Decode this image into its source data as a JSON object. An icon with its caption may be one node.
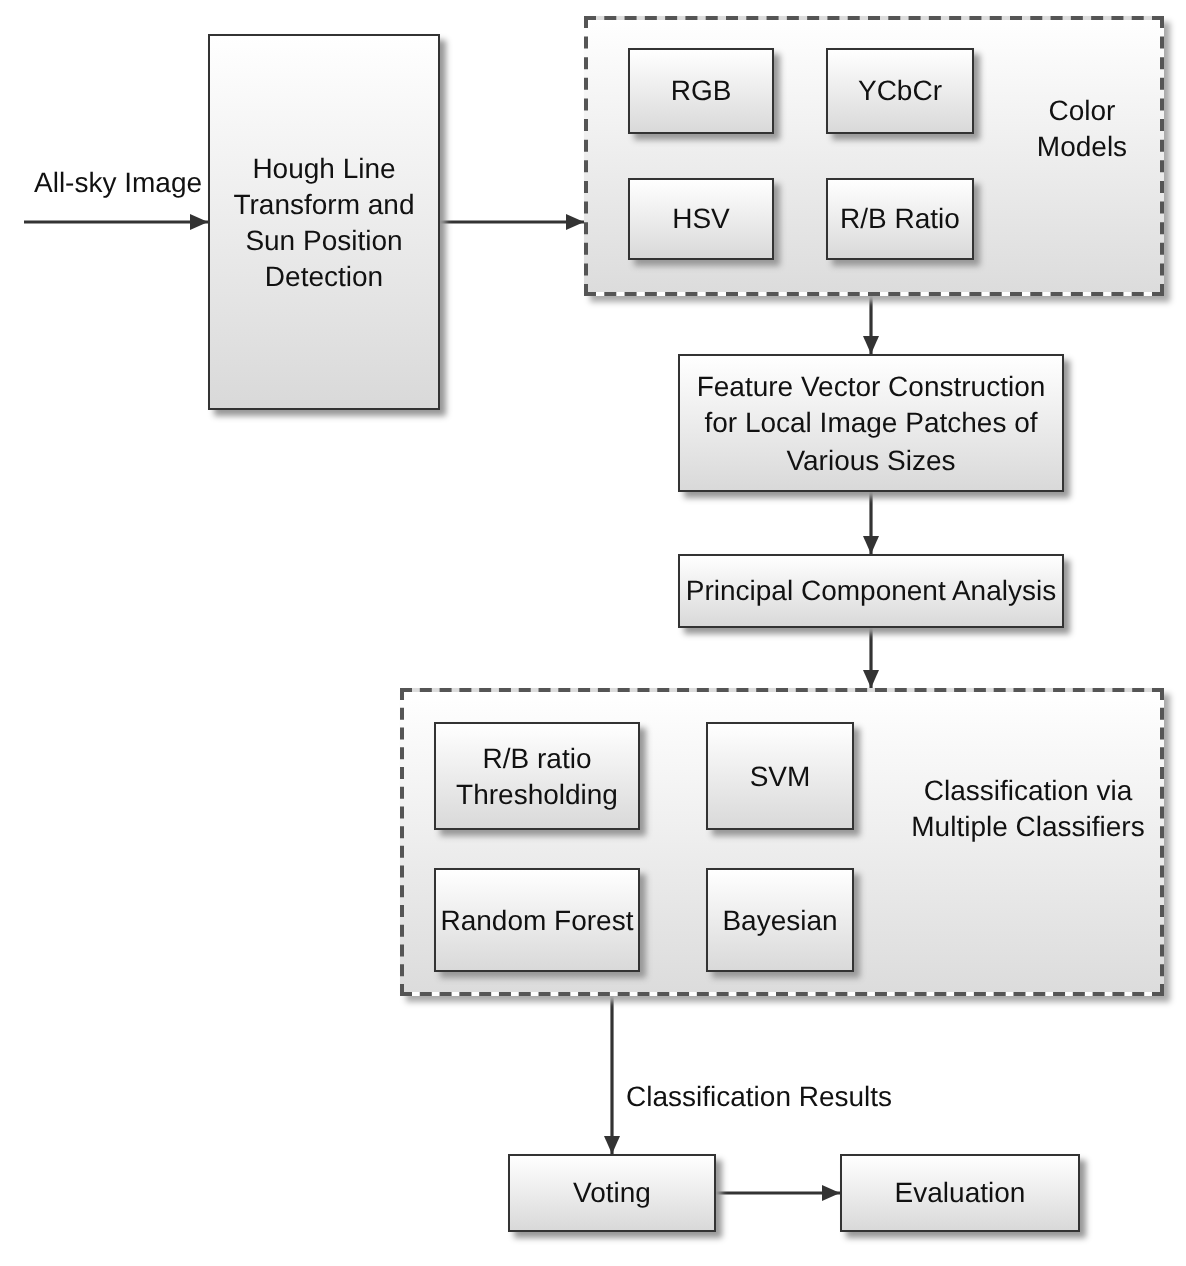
{
  "diagram": {
    "nodes": [
      {
        "text": [
          "Hough Line Transform and Sun Position Detection"
        ]
      },
      {
        "text": [
          "Color Models"
        ]
      },
      {
        "text": [
          "RGB"
        ],
        "in": 1
      },
      {
        "text": [
          "YCbCr"
        ],
        "in": 1
      },
      {
        "text": [
          "HSV"
        ],
        "in": 1
      },
      {
        "text": [
          "R/B Ratio"
        ],
        "in": 1
      },
      {
        "text": [
          "Feature Vector Construction for Local Image Patches of Various Sizes"
        ]
      },
      {
        "text": [
          "Principal Component Analysis"
        ]
      },
      {
        "text": [
          "Classification via Multiple Classifiers"
        ]
      },
      {
        "text": [
          "R/B ratio Thresholding"
        ],
        "in": 8
      },
      {
        "text": [
          "SVM"
        ],
        "in": 8
      },
      {
        "text": [
          "Random Forest"
        ],
        "in": 8
      },
      {
        "text": [
          "Bayesian"
        ],
        "in": 8
      },
      {
        "text": [
          "Voting"
        ]
      },
      {
        "text": [
          "Evaluation"
        ]
      }
    ],
    "edges": [
      {
        "from": null,
        "to": 0,
        "arrow": "to",
        "label": "All-sky Image"
      },
      {
        "from": 0,
        "to": 1,
        "arrow": "to"
      },
      {
        "from": 1,
        "to": 6,
        "arrow": "to"
      },
      {
        "from": 6,
        "to": 7,
        "arrow": "to"
      },
      {
        "from": 7,
        "to": 8,
        "arrow": "to"
      },
      {
        "from": 8,
        "to": 13,
        "arrow": "to",
        "label": "Classification Results"
      },
      {
        "from": 13,
        "to": 14,
        "arrow": "to"
      }
    ]
  }
}
